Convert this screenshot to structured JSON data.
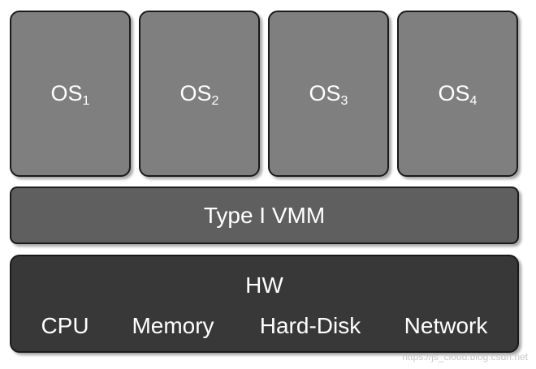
{
  "guests": [
    {
      "base": "OS",
      "sub": "1"
    },
    {
      "base": "OS",
      "sub": "2"
    },
    {
      "base": "OS",
      "sub": "3"
    },
    {
      "base": "OS",
      "sub": "4"
    }
  ],
  "vmm": {
    "label": "Type I VMM"
  },
  "hardware": {
    "title": "HW",
    "components": [
      "CPU",
      "Memory",
      "Hard-Disk",
      "Network"
    ]
  },
  "watermark": "https://js_cloud.blog.csdn.net",
  "colors": {
    "guest_fill": "#7f7f7f",
    "vmm_fill": "#5f5f5f",
    "hw_fill": "#383838",
    "border": "#1a1a1a",
    "text": "#ffffff"
  }
}
